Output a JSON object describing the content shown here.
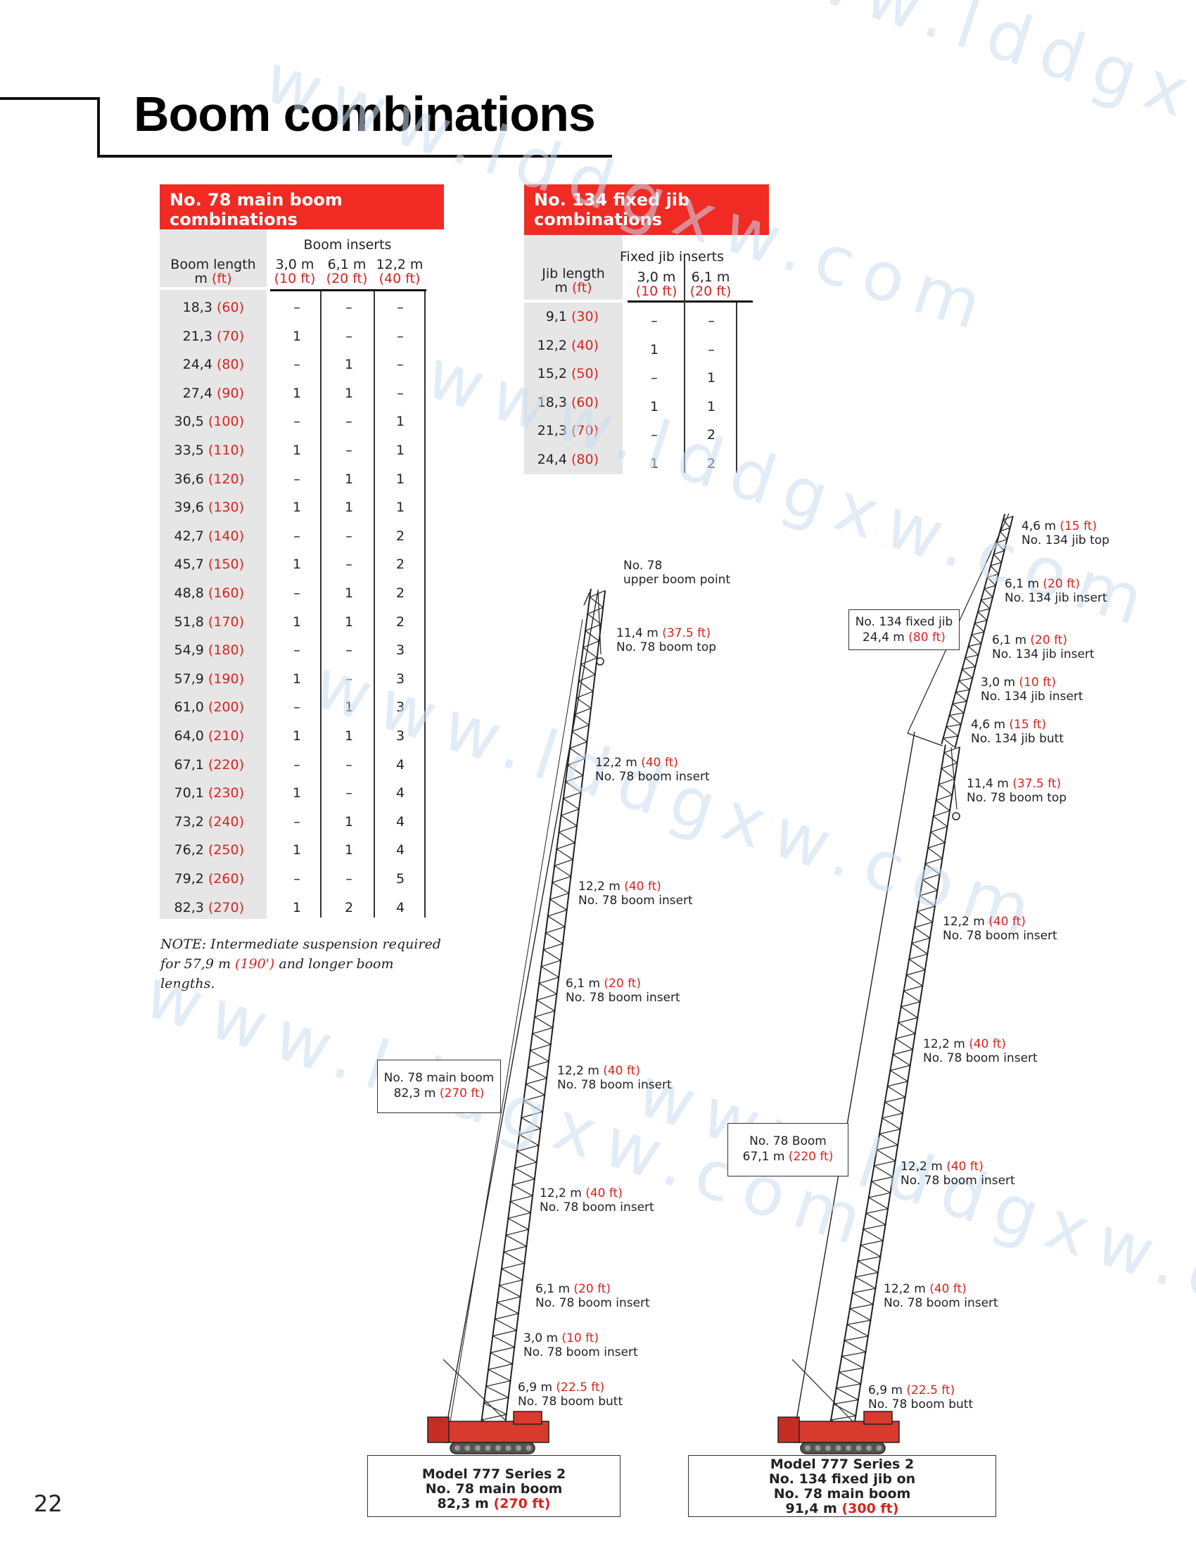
{
  "title": "Boom combinations",
  "page_number": "22",
  "main_boom_table": {
    "heading": "No. 78 main boom combinations",
    "length_header_line1": "Boom length",
    "length_header_unit_m": "m",
    "length_header_unit_ft": "(ft)",
    "inserts_header": "Boom inserts",
    "columns": [
      {
        "m": "3,0 m",
        "ft": "(10 ft)"
      },
      {
        "m": "6,1 m",
        "ft": "(20 ft)"
      },
      {
        "m": "12,2 m",
        "ft": "(40 ft)"
      }
    ],
    "rows": [
      {
        "m": "18,3",
        "ft": "(60)",
        "c": [
          "–",
          "–",
          "–"
        ]
      },
      {
        "m": "21,3",
        "ft": "(70)",
        "c": [
          "1",
          "–",
          "–"
        ]
      },
      {
        "m": "24,4",
        "ft": "(80)",
        "c": [
          "–",
          "1",
          "–"
        ]
      },
      {
        "m": "27,4",
        "ft": "(90)",
        "c": [
          "1",
          "1",
          "–"
        ]
      },
      {
        "m": "30,5",
        "ft": "(100)",
        "c": [
          "–",
          "–",
          "1"
        ]
      },
      {
        "m": "33,5",
        "ft": "(110)",
        "c": [
          "1",
          "–",
          "1"
        ]
      },
      {
        "m": "36,6",
        "ft": "(120)",
        "c": [
          "–",
          "1",
          "1"
        ]
      },
      {
        "m": "39,6",
        "ft": "(130)",
        "c": [
          "1",
          "1",
          "1"
        ]
      },
      {
        "m": "42,7",
        "ft": "(140)",
        "c": [
          "–",
          "–",
          "2"
        ]
      },
      {
        "m": "45,7",
        "ft": "(150)",
        "c": [
          "1",
          "–",
          "2"
        ]
      },
      {
        "m": "48,8",
        "ft": "(160)",
        "c": [
          "–",
          "1",
          "2"
        ]
      },
      {
        "m": "51,8",
        "ft": "(170)",
        "c": [
          "1",
          "1",
          "2"
        ]
      },
      {
        "m": "54,9",
        "ft": "(180)",
        "c": [
          "–",
          "–",
          "3"
        ]
      },
      {
        "m": "57,9",
        "ft": "(190)",
        "c": [
          "1",
          "–",
          "3"
        ]
      },
      {
        "m": "61,0",
        "ft": "(200)",
        "c": [
          "–",
          "1",
          "3"
        ]
      },
      {
        "m": "64,0",
        "ft": "(210)",
        "c": [
          "1",
          "1",
          "3"
        ]
      },
      {
        "m": "67,1",
        "ft": "(220)",
        "c": [
          "–",
          "–",
          "4"
        ]
      },
      {
        "m": "70,1",
        "ft": "(230)",
        "c": [
          "1",
          "–",
          "4"
        ]
      },
      {
        "m": "73,2",
        "ft": "(240)",
        "c": [
          "–",
          "1",
          "4"
        ]
      },
      {
        "m": "76,2",
        "ft": "(250)",
        "c": [
          "1",
          "1",
          "4"
        ]
      },
      {
        "m": "79,2",
        "ft": "(260)",
        "c": [
          "–",
          "–",
          "5"
        ]
      },
      {
        "m": "82,3",
        "ft": "(270)",
        "c": [
          "1",
          "2",
          "4"
        ]
      }
    ]
  },
  "jib_table": {
    "heading": "No. 134 fixed jib combinations",
    "length_header_line1": "Jib length",
    "length_header_unit_m": "m",
    "length_header_unit_ft": "(ft)",
    "inserts_header": "Fixed jib inserts",
    "columns": [
      {
        "m": "3,0 m",
        "ft": "(10 ft)"
      },
      {
        "m": "6,1 m",
        "ft": "(20 ft)"
      }
    ],
    "rows": [
      {
        "m": "9,1",
        "ft": "(30)",
        "c": [
          "–",
          "–"
        ]
      },
      {
        "m": "12,2",
        "ft": "(40)",
        "c": [
          "1",
          "–"
        ]
      },
      {
        "m": "15,2",
        "ft": "(50)",
        "c": [
          "–",
          "1"
        ]
      },
      {
        "m": "18,3",
        "ft": "(60)",
        "c": [
          "1",
          "1"
        ]
      },
      {
        "m": "21,3",
        "ft": "(70)",
        "c": [
          "–",
          "2"
        ]
      },
      {
        "m": "24,4",
        "ft": "(80)",
        "c": [
          "1",
          "2"
        ]
      }
    ]
  },
  "note": {
    "prefix": "NOTE: Intermediate suspension required for",
    "value_m": "57,9 m",
    "value_ft": "(190')",
    "suffix": "and longer boom lengths."
  },
  "crane1": {
    "box": {
      "line1": "No. 78 main boom",
      "m": "82,3 m",
      "ft": "(270 ft)"
    },
    "caption": {
      "line1": "Model 777 Series 2",
      "line2": "No. 78 main boom",
      "m": "82,3 m",
      "ft": "(270 ft)"
    },
    "labels": [
      {
        "m": "",
        "ft": "",
        "name": "No. 78",
        "name2": "upper boom point"
      },
      {
        "m": "11,4 m",
        "ft": "(37.5 ft)",
        "name": "No. 78 boom top"
      },
      {
        "m": "12,2 m",
        "ft": "(40 ft)",
        "name": "No. 78 boom insert"
      },
      {
        "m": "12,2 m",
        "ft": "(40 ft)",
        "name": "No. 78 boom insert"
      },
      {
        "m": "6,1 m",
        "ft": "(20 ft)",
        "name": "No. 78 boom insert"
      },
      {
        "m": "12,2 m",
        "ft": "(40 ft)",
        "name": "No. 78 boom insert"
      },
      {
        "m": "12,2 m",
        "ft": "(40 ft)",
        "name": "No. 78 boom insert"
      },
      {
        "m": "6,1 m",
        "ft": "(20 ft)",
        "name": "No. 78 boom insert"
      },
      {
        "m": "3,0 m",
        "ft": "(10 ft)",
        "name": "No. 78 boom insert"
      },
      {
        "m": "6,9 m",
        "ft": "(22.5 ft)",
        "name": "No. 78 boom butt"
      }
    ]
  },
  "crane2": {
    "jib_box": {
      "line1": "No. 134 fixed jib",
      "m": "24,4 m",
      "ft": "(80 ft)"
    },
    "boom_box": {
      "line1": "No. 78 Boom",
      "m": "67,1 m",
      "ft": "(220 ft)"
    },
    "caption": {
      "line1": "Model 777 Series 2",
      "line2": "No. 134 fixed jib on",
      "line3": "No. 78 main boom",
      "m": "91,4 m",
      "ft": "(300 ft)"
    },
    "labels": [
      {
        "m": "4,6 m",
        "ft": "(15 ft)",
        "name": "No. 134 jib top"
      },
      {
        "m": "6,1 m",
        "ft": "(20 ft)",
        "name": "No. 134 jib insert"
      },
      {
        "m": "6,1 m",
        "ft": "(20 ft)",
        "name": "No. 134 jib insert"
      },
      {
        "m": "3,0 m",
        "ft": "(10 ft)",
        "name": "No. 134 jib insert"
      },
      {
        "m": "4,6 m",
        "ft": "(15 ft)",
        "name": "No. 134 jib butt"
      },
      {
        "m": "11,4 m",
        "ft": "(37.5 ft)",
        "name": "No. 78 boom top"
      },
      {
        "m": "12,2 m",
        "ft": "(40 ft)",
        "name": "No. 78 boom insert"
      },
      {
        "m": "12,2 m",
        "ft": "(40 ft)",
        "name": "No. 78 boom insert"
      },
      {
        "m": "12,2 m",
        "ft": "(40 ft)",
        "name": "No. 78 boom insert"
      },
      {
        "m": "12,2 m",
        "ft": "(40 ft)",
        "name": "No. 78 boom insert"
      },
      {
        "m": "6,9 m",
        "ft": "(22.5 ft)",
        "name": "No. 78 boom butt"
      }
    ]
  },
  "watermark": {
    "text": "www.lddgxw.com",
    "color": "#c9dcef"
  },
  "colors": {
    "accent": "#ef2b24",
    "ft_text": "#d8231f",
    "shade": "#e6e6e6"
  }
}
